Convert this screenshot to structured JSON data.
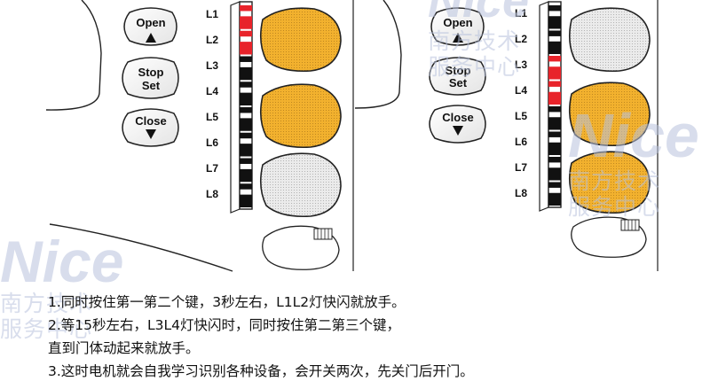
{
  "buttons": {
    "open": "Open",
    "stop_line1": "Stop",
    "stop_line2": "Set",
    "close": "Close"
  },
  "leds": {
    "labels": [
      "L1",
      "L2",
      "L3",
      "L4",
      "L5",
      "L6",
      "L7",
      "L8"
    ],
    "left_panel_lit": [
      "L1",
      "L2"
    ],
    "right_panel_lit": [
      "L3",
      "L4"
    ]
  },
  "watermark": {
    "logo": "Nice",
    "line1": "南方技术",
    "line2": "服务中心"
  },
  "instructions": [
    "1.同时按住第一第二个键，3秒左右，L1L2灯快闪就放手。",
    "2.等15秒左右，L3L4灯快闪时，同时按住第二第三个键，",
    "直到门体动起来就放手。",
    "3.这时电机就会自我学习识别各种设备，会开关两次，先关门后开门。"
  ],
  "colors": {
    "lit": "#e8232a",
    "key_highlight": "#f2b12e",
    "key_plain": "#e9e9e9",
    "watermark": "#b9c3dd"
  }
}
